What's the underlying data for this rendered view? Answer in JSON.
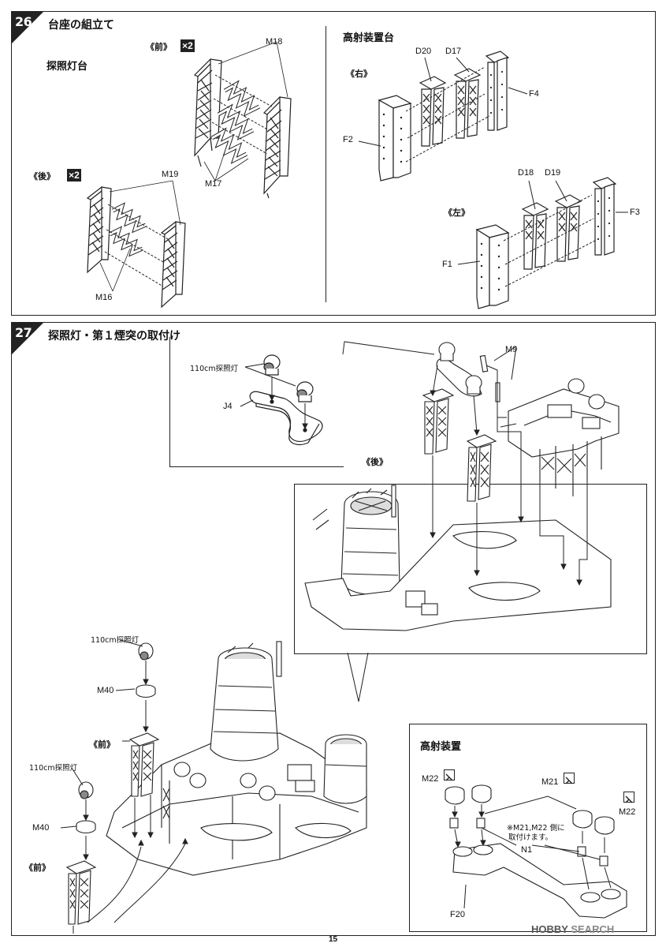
{
  "step26": {
    "number": "26",
    "title": "台座の組立て",
    "searchlight_base": {
      "heading": "探照灯台",
      "front_label": "《前》",
      "front_mult": "×2",
      "rear_label": "《後》",
      "rear_mult": "×2",
      "parts": {
        "m18": "M18",
        "m17": "M17",
        "m19": "M19",
        "m16": "M16"
      }
    },
    "aa_base": {
      "heading": "高射装置台",
      "right_label": "《右》",
      "left_label": "《左》",
      "parts": {
        "d20": "D20",
        "d17": "D17",
        "f4": "F4",
        "f2": "F2",
        "d18": "D18",
        "d19": "D19",
        "f3": "F3",
        "f1": "F1"
      }
    }
  },
  "step27": {
    "number": "27",
    "title": "探照灯・第１煙突の取付け",
    "inset": {
      "light_label": "110cm探照灯",
      "j4": "J4"
    },
    "upper": {
      "m9": "M9",
      "rear_label": "《後》"
    },
    "lower": {
      "light_label_1": "110cm探照灯",
      "m40_1": "M40",
      "front_label_1": "《前》",
      "light_label_2": "110cm探照灯",
      "m40_2": "M40",
      "front_label_2": "《前》"
    },
    "director": {
      "heading": "高射装置",
      "m22_left": "M22",
      "m21": "M21",
      "m22_right": "M22",
      "note_line1": "※M21,M22 側に",
      "note_line2": "取付けます。",
      "n1": "N1",
      "f20": "F20"
    }
  },
  "page_number": "15",
  "watermark": {
    "brand_a": "HOBBY",
    "brand_b": "SEARCH"
  }
}
